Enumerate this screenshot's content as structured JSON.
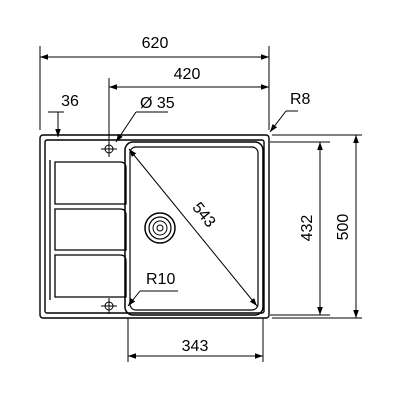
{
  "dimensions": {
    "overall_width": "620",
    "bowl_section_width": "420",
    "tap_hole_offset": "36",
    "tap_hole_diameter": "Ø 35",
    "outer_corner_radius": "R8",
    "bowl_diagonal": "543",
    "bowl_depth": "432",
    "overall_depth": "500",
    "bowl_corner_radius": "R10",
    "bowl_width": "343"
  },
  "colors": {
    "line": "#000000",
    "background": "#ffffff"
  }
}
